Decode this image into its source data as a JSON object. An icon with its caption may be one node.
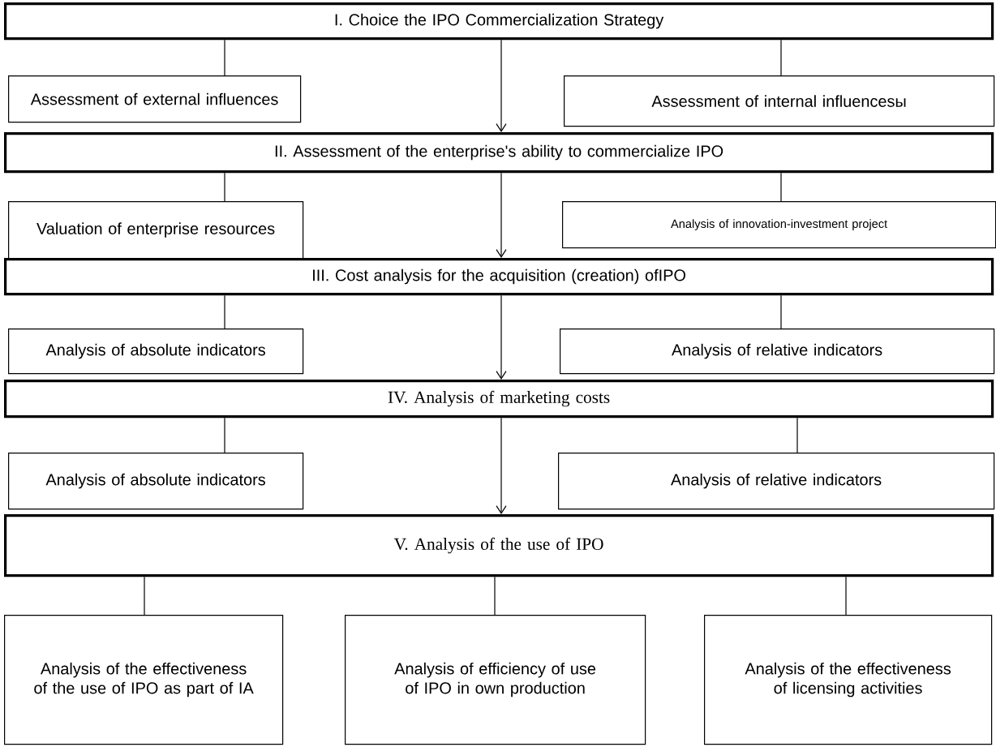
{
  "diagram": {
    "nodes": [
      {
        "text": [
          "I. Choice the IPO Commercialization Strategy"
        ]
      },
      {
        "text": [
          "Assessment of external influences"
        ]
      },
      {
        "text": [
          "Assessment of internal influencesы"
        ]
      },
      {
        "text": [
          "II. Assessment of the enterprise's ability to commercialize IPO"
        ]
      },
      {
        "text": [
          "Valuation of enterprise resources"
        ]
      },
      {
        "text": [
          "Analysis of innovation-investment project"
        ]
      },
      {
        "text": [
          "III. Cost analysis for the acquisition (creation) ofIPO"
        ]
      },
      {
        "text": [
          "Analysis of absolute indicators"
        ]
      },
      {
        "text": [
          "Analysis of relative indicators"
        ]
      },
      {
        "text": [
          "IV. Analysis of marketing costs"
        ]
      },
      {
        "text": [
          "Analysis of absolute indicators"
        ]
      },
      {
        "text": [
          "Analysis of relative indicators"
        ]
      },
      {
        "text": [
          "V. Analysis of the use of IPO"
        ]
      },
      {
        "text": [
          "Analysis of the effectiveness of the use of IPO as part of IA"
        ]
      },
      {
        "text": [
          "Analysis of efficiency of use of IPO in own production"
        ]
      },
      {
        "text": [
          "Analysis of the effectiveness of licensing activities"
        ]
      }
    ],
    "edges": [
      {
        "from": 0,
        "to": 1,
        "arrow": "none"
      },
      {
        "from": 0,
        "to": 2,
        "arrow": "none"
      },
      {
        "from": 0,
        "to": 3,
        "arrow": "to"
      },
      {
        "from": 3,
        "to": 4,
        "arrow": "none"
      },
      {
        "from": 3,
        "to": 5,
        "arrow": "none"
      },
      {
        "from": 3,
        "to": 6,
        "arrow": "to"
      },
      {
        "from": 6,
        "to": 7,
        "arrow": "none"
      },
      {
        "from": 6,
        "to": 8,
        "arrow": "none"
      },
      {
        "from": 6,
        "to": 9,
        "arrow": "to"
      },
      {
        "from": 9,
        "to": 10,
        "arrow": "none"
      },
      {
        "from": 9,
        "to": 11,
        "arrow": "none"
      },
      {
        "from": 9,
        "to": 12,
        "arrow": "to"
      },
      {
        "from": 12,
        "to": 13,
        "arrow": "none"
      },
      {
        "from": 12,
        "to": 14,
        "arrow": "none"
      },
      {
        "from": 12,
        "to": 15,
        "arrow": "none"
      }
    ]
  }
}
